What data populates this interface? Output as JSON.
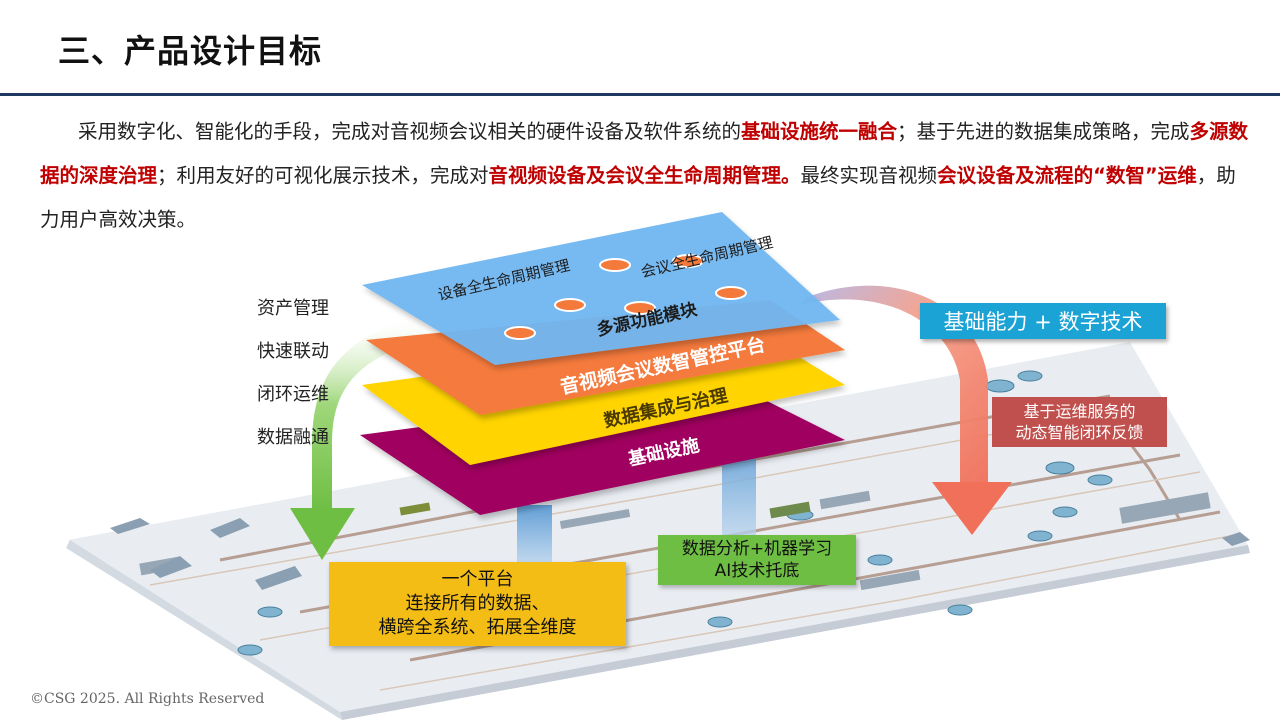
{
  "title": "三、产品设计目标",
  "intro": {
    "s1": "采用数字化、智能化的手段，完成对音视频会议相关的硬件设备及软件系统的",
    "e1": "基础设施统一融合",
    "s2": "；基于先进的数据集成策略，完成",
    "e2": "多源数据的深度治理",
    "s3": "；利用友好的可视化展示技术，完成对",
    "e3": "音视频设备及会议全生命周期管理。",
    "s4": "最终实现音视频",
    "e4": "会议设备及流程的“数智”运维",
    "s5": "，助力用户高效决策。"
  },
  "side_labels": [
    "资产管理",
    "快速联动",
    "闭环运维",
    "数据融通"
  ],
  "layers": {
    "top_left": "设备全生命周期管理",
    "top_right": "会议全生命周期管理",
    "top_center": "多源功能模块",
    "l2": "音视频会议数智管控平台",
    "l3": "数据集成与治理",
    "l4": "基础设施"
  },
  "callouts": {
    "capability": "基础能力 + 数字技术",
    "feedback_1": "基于运维服务的",
    "feedback_2": "动态智能闭环反馈",
    "analysis_1": "数据分析+机器学习",
    "analysis_2": "AI技术托底",
    "platform_1": "一个平台",
    "platform_2": "连接所有的数据、",
    "platform_3": "横跨全系统、拓展全维度"
  },
  "colors": {
    "rule": "#1f3864",
    "emphasis": "#c00000",
    "layer_top": "#6fb7f2",
    "layer_platform": "#f47a3c",
    "layer_data": "#ffd400",
    "layer_infra": "#a0005e",
    "capability_box": "#1ba3d6",
    "feedback_box": "#c0504d",
    "analysis_box": "#6fbe44",
    "platform_box": "#f3bd16"
  },
  "footer": "©CSG 2025. All Rights Reserved"
}
